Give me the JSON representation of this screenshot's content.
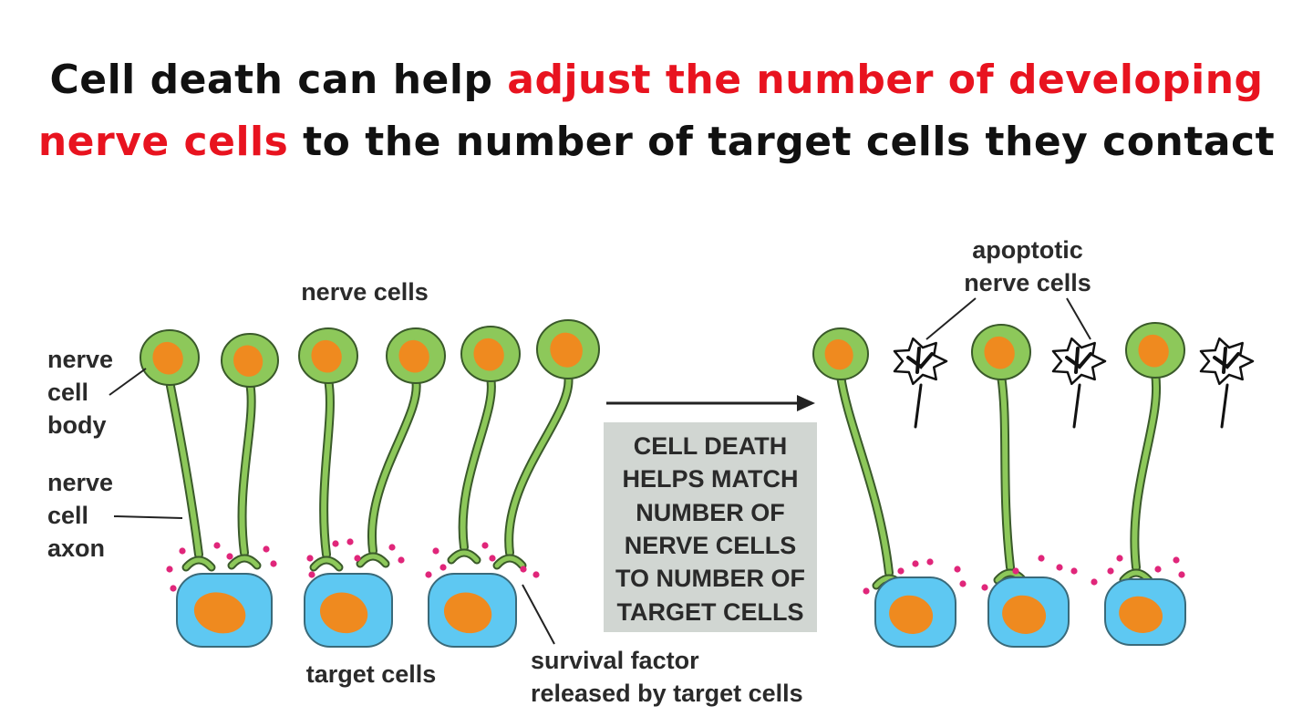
{
  "title": {
    "line1_black": "Cell death can help ",
    "line1_red": "adjust the number of developing",
    "line2_red": "nerve cells",
    "line2_black": " to the number of target cells they contact"
  },
  "labels": {
    "nerve_cells": "nerve cells",
    "nerve_cell_body": [
      "nerve",
      "cell",
      "body"
    ],
    "nerve_cell_axon": [
      "nerve",
      "cell",
      "axon"
    ],
    "target_cells": "target cells",
    "survival_factor": [
      "survival factor",
      "released by target cells"
    ],
    "apoptotic": [
      "apoptotic",
      "nerve cells"
    ]
  },
  "center_box": {
    "lines": [
      "CELL DEATH",
      "HELPS MATCH",
      "NUMBER OF",
      "NERVE CELLS",
      "TO NUMBER OF",
      "TARGET CELLS"
    ]
  },
  "colors": {
    "neuron_fill": "#8dc85a",
    "neuron_stroke": "#3a5a2a",
    "nucleus": "#ef8a1f",
    "target_fill": "#5ec8f2",
    "survival_factor": "#e0267a",
    "box_fill": "#d1d6d2",
    "title_red": "#e8131f"
  }
}
